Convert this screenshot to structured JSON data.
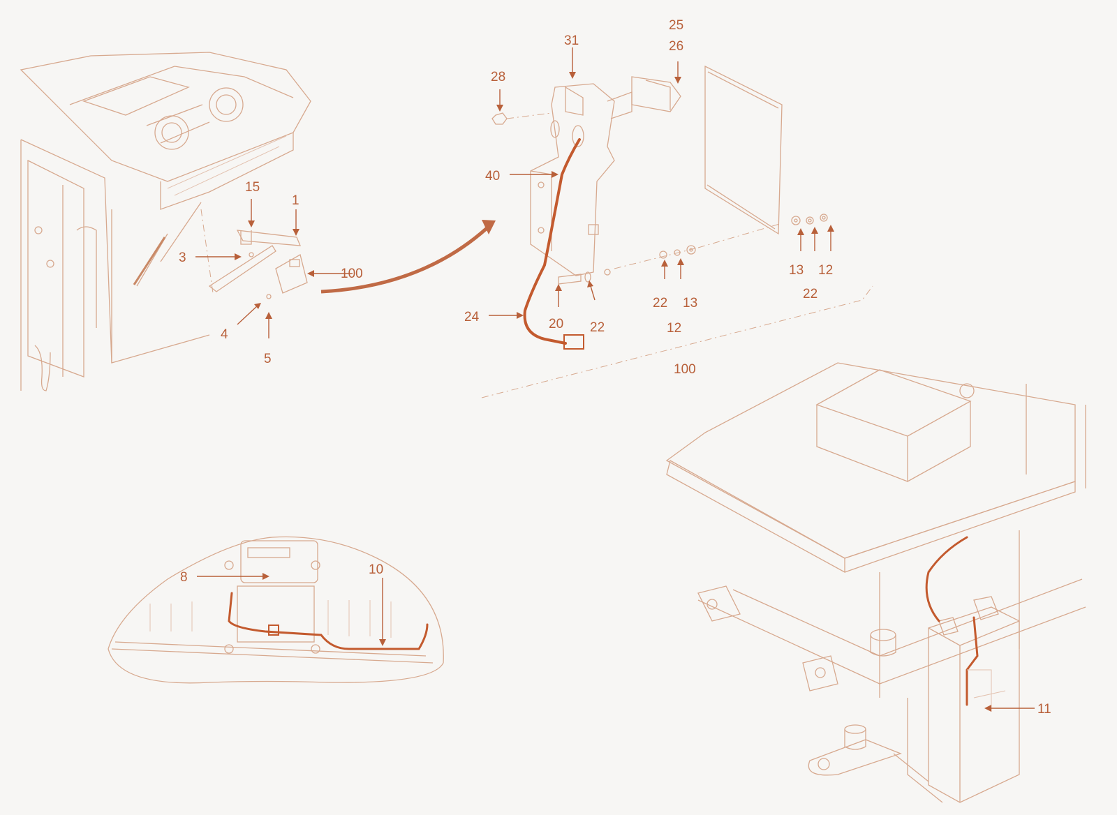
{
  "colors": {
    "accent": "#b8603a",
    "line": "#d7a98f",
    "cable": "#c35a2e",
    "background": "#f7f6f4"
  },
  "callouts": {
    "c1": "1",
    "c3": "3",
    "c4": "4",
    "c5": "5",
    "c8": "8",
    "c10": "10",
    "c11": "11",
    "c12a": "12",
    "c12b": "12",
    "c13a": "13",
    "c13b": "13",
    "c15": "15",
    "c20": "20",
    "c22a": "22",
    "c22b": "22",
    "c22c": "22",
    "c24": "24",
    "c25": "25",
    "c26": "26",
    "c28": "28",
    "c31": "31",
    "c40": "40",
    "c100a": "100",
    "c100b": "100"
  }
}
